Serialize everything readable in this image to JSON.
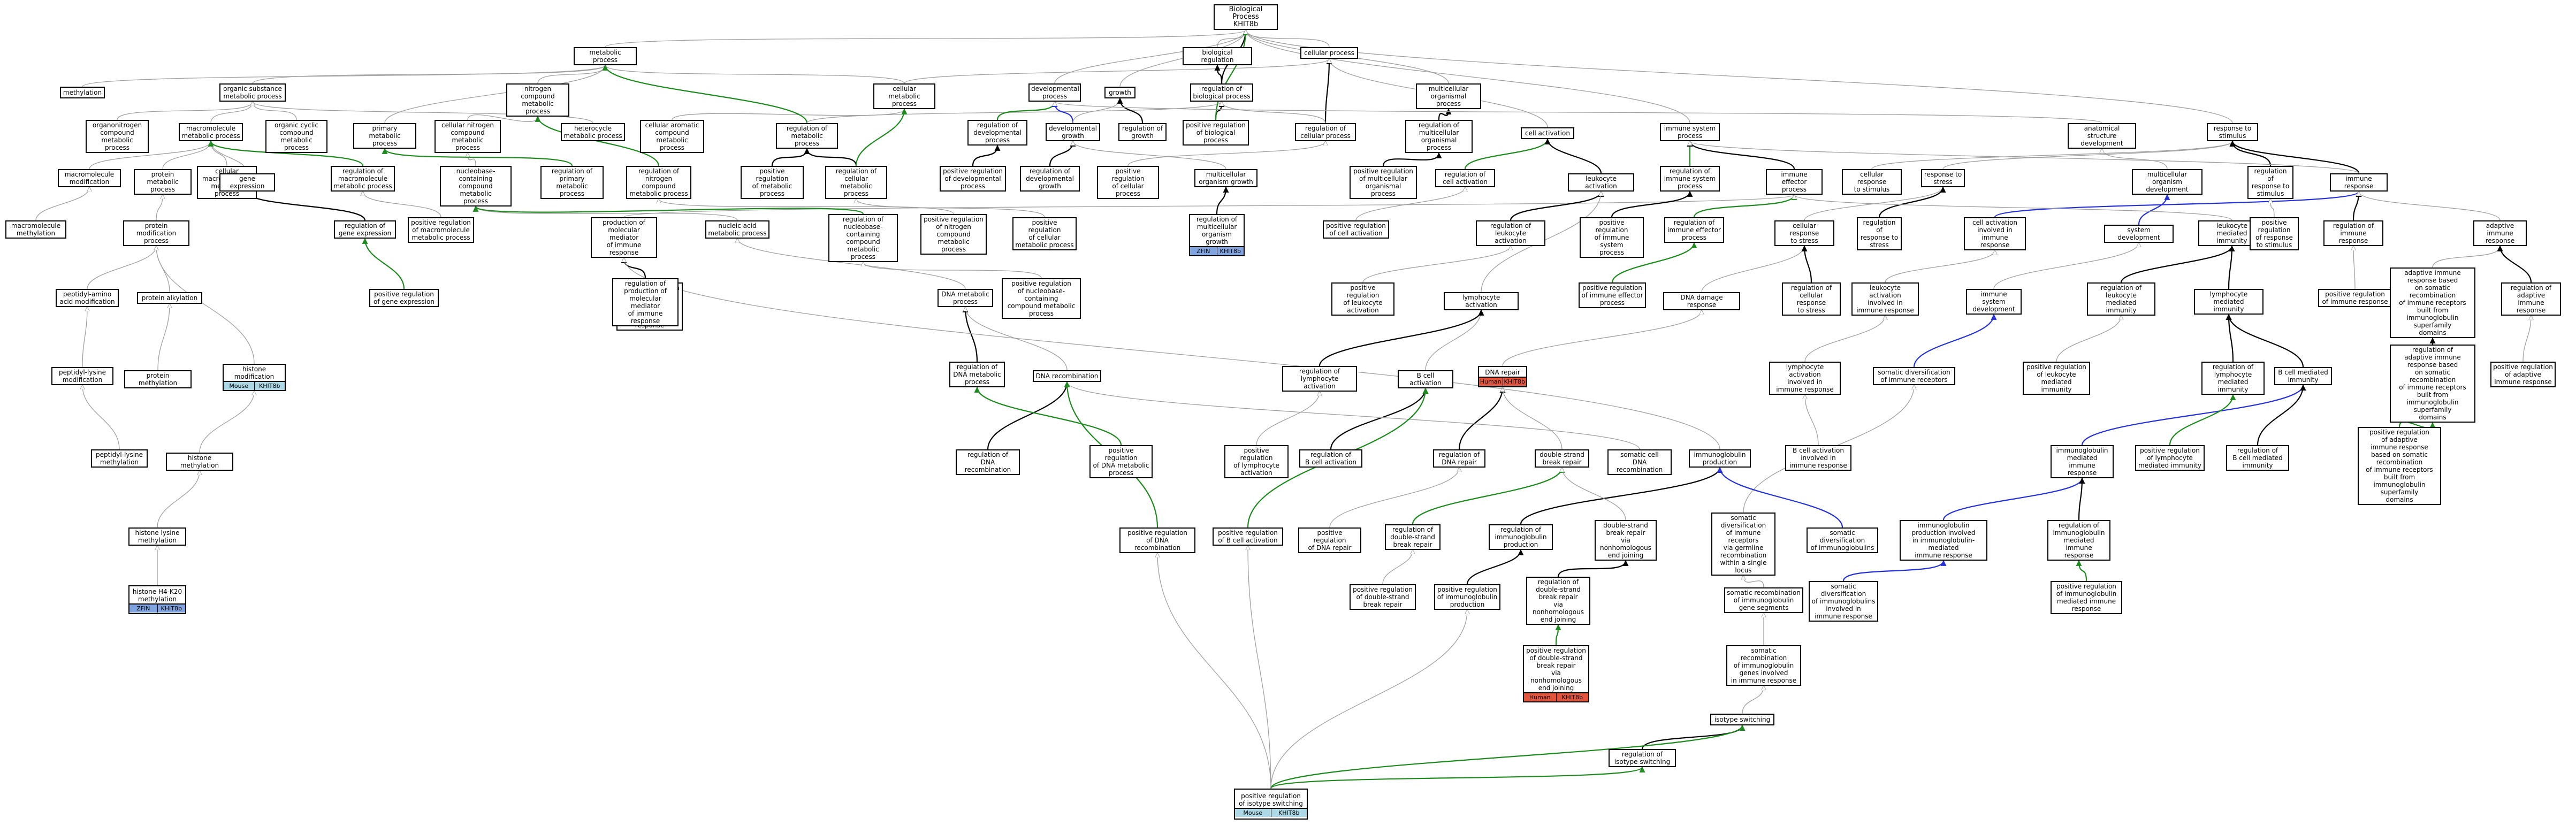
{
  "colors": {
    "edge_plain": "#9e9e9e",
    "edge_is_a": "#000000",
    "edge_positive": "#1d8a1d",
    "edge_negative": "#2430d8",
    "badge_mouse": "#add8e6",
    "badge_zfin": "#7fa4e0",
    "badge_human": "#e2553a"
  },
  "nodes": {
    "biological_process": {
      "label": "Biological Process\nKHIT8b"
    },
    "biological_regulation": {
      "label": "biological regulation"
    },
    "metabolic_process": {
      "label": "metabolic process"
    },
    "cellular_process": {
      "label": "cellular process"
    },
    "methylation": {
      "label": "methylation"
    },
    "organic_substance_metabolic_process": {
      "label": "organic substance\nmetabolic process"
    },
    "nitrogen_compound_metabolic_process": {
      "label": "nitrogen compound\nmetabolic process"
    },
    "cellular_metabolic_process": {
      "label": "cellular metabolic\nprocess"
    },
    "developmental_process": {
      "label": "developmental\nprocess"
    },
    "growth": {
      "label": "growth"
    },
    "regulation_of_biological_process": {
      "label": "regulation of\nbiological process"
    },
    "multicellular_organismal_process": {
      "label": "multicellular\norganismal process"
    },
    "organonitrogen_compound_metabolic_process": {
      "label": "organonitrogen\ncompound metabolic\nprocess"
    },
    "macromolecule_metabolic_process": {
      "label": "macromolecule\nmetabolic process"
    },
    "organic_cyclic_compound_metabolic_process": {
      "label": "organic cyclic\ncompound metabolic\nprocess"
    },
    "primary_metabolic_process": {
      "label": "primary metabolic\nprocess"
    },
    "cellular_nitrogen_compound_metabolic_process": {
      "label": "cellular nitrogen\ncompound metabolic\nprocess"
    },
    "heterocycle_metabolic_process": {
      "label": "heterocycle\nmetabolic process"
    },
    "cellular_aromatic_compound_metabolic_process": {
      "label": "cellular aromatic\ncompound metabolic\nprocess"
    },
    "regulation_of_metabolic_process": {
      "label": "regulation of\nmetabolic process"
    },
    "regulation_of_developmental_process": {
      "label": "regulation of\ndevelopmental\nprocess"
    },
    "developmental_growth": {
      "label": "developmental\ngrowth"
    },
    "regulation_of_growth": {
      "label": "regulation of\ngrowth"
    },
    "positive_regulation_of_biological_process": {
      "label": "positive regulation\nof biological\nprocess"
    },
    "regulation_of_cellular_process": {
      "label": "regulation of\ncellular process"
    },
    "regulation_of_multicellular_organismal_process": {
      "label": "regulation of\nmulticellular\norganismal process"
    },
    "cell_activation": {
      "label": "cell activation"
    },
    "immune_system_process": {
      "label": "immune system\nprocess"
    },
    "anatomical_structure_development": {
      "label": "anatomical structure\ndevelopment"
    },
    "response_to_stimulus": {
      "label": "response to\nstimulus"
    },
    "macromolecule_modification": {
      "label": "macromolecule\nmodification"
    },
    "protein_metabolic_process": {
      "label": "protein metabolic\nprocess"
    },
    "cellular_macromolecule_metabolic_process": {
      "label": "cellular\nmacromolecule\nmetabolic process"
    },
    "gene_expression": {
      "label": "gene expression"
    },
    "regulation_of_macromolecule_metabolic_process": {
      "label": "regulation of\nmacromolecule\nmetabolic process"
    },
    "nucleobase_containing_compound_metabolic_process": {
      "label": "nucleobase-containing\ncompound metabolic\nprocess"
    },
    "regulation_of_primary_metabolic_process": {
      "label": "regulation of\nprimary metabolic\nprocess"
    },
    "regulation_of_nitrogen_compound_metabolic_process": {
      "label": "regulation of\nnitrogen compound\nmetabolic process"
    },
    "positive_regulation_of_metabolic_process": {
      "label": "positive regulation\nof metabolic\nprocess"
    },
    "regulation_of_cellular_metabolic_process": {
      "label": "regulation of\ncellular metabolic\nprocess"
    },
    "positive_regulation_of_developmental_process": {
      "label": "positive regulation\nof developmental\nprocess"
    },
    "regulation_of_developmental_growth": {
      "label": "regulation of\ndevelopmental\ngrowth"
    },
    "positive_regulation_of_cellular_process": {
      "label": "positive regulation\nof cellular\nprocess"
    },
    "multicellular_organism_growth": {
      "label": "multicellular\norganism growth"
    },
    "positive_regulation_of_multicellular_organismal_process": {
      "label": "positive regulation\nof multicellular\norganismal process"
    },
    "regulation_of_cell_activation": {
      "label": "regulation of\ncell activation"
    },
    "leukocyte_activation": {
      "label": "leukocyte activation"
    },
    "regulation_of_immune_system_process": {
      "label": "regulation of\nimmune system\nprocess"
    },
    "immune_effector_process": {
      "label": "immune effector\nprocess"
    },
    "cellular_response_to_stimulus": {
      "label": "cellular response\nto stimulus"
    },
    "response_to_stress": {
      "label": "response to\nstress"
    },
    "multicellular_organism_development": {
      "label": "multicellular\norganism development"
    },
    "regulation_of_response_to_stimulus": {
      "label": "regulation of\nresponse to\nstimulus"
    },
    "immune_response": {
      "label": "immune response"
    },
    "macromolecule_methylation": {
      "label": "macromolecule\nmethylation"
    },
    "protein_modification_process": {
      "label": "protein modification\nprocess"
    },
    "regulation_of_gene_expression": {
      "label": "regulation of\ngene expression"
    },
    "positive_regulation_of_macromolecule_metabolic_process": {
      "label": "positive regulation\nof macromolecule\nmetabolic process"
    },
    "production_of_molecular_mediator_of_immune_response": {
      "label": "production of\nmolecular mediator\nof immune response"
    },
    "nucleic_acid_metabolic_process": {
      "label": "nucleic acid\nmetabolic process"
    },
    "regulation_of_nucleobase_containing_compound_metabolic_process": {
      "label": "regulation of\nnucleobase-containing\ncompound metabolic\nprocess"
    },
    "positive_regulation_of_nitrogen_compound_metabolic_process": {
      "label": "positive regulation\nof nitrogen\ncompound metabolic\nprocess"
    },
    "positive_regulation_of_cellular_metabolic_process": {
      "label": "positive regulation\nof cellular\nmetabolic process"
    },
    "regulation_of_multicellular_organism_growth": {
      "label": "regulation of\nmulticellular\norganism growth",
      "badges": [
        [
          "ZFIN",
          "badge_zfin"
        ],
        [
          "KHIT8b",
          "badge_zfin"
        ]
      ]
    },
    "positive_regulation_of_cell_activation": {
      "label": "positive regulation\nof cell activation"
    },
    "regulation_of_leukocyte_activation": {
      "label": "regulation of\nleukocyte activation"
    },
    "positive_regulation_of_immune_system_process": {
      "label": "positive regulation\nof immune system\nprocess"
    },
    "regulation_of_immune_effector_process": {
      "label": "regulation of\nimmune effector\nprocess"
    },
    "cellular_response_to_stress": {
      "label": "cellular response\nto stress"
    },
    "regulation_of_response_to_stress": {
      "label": "regulation of\nresponse to\nstress"
    },
    "cell_activation_involved_in_immune_response": {
      "label": "cell activation\ninvolved in\nimmune response"
    },
    "system_development": {
      "label": "system development"
    },
    "leukocyte_mediated_immunity": {
      "label": "leukocyte mediated\nimmunity"
    },
    "positive_regulation_of_response_to_stimulus": {
      "label": "positive regulation\nof response\nto stimulus"
    },
    "regulation_of_immune_response": {
      "label": "regulation of\nimmune response"
    },
    "adaptive_immune_response": {
      "label": "adaptive immune\nresponse"
    },
    "peptidyl_amino_acid_modification": {
      "label": "peptidyl-amino\nacid modification"
    },
    "protein_alkylation": {
      "label": "protein alkylation"
    },
    "positive_regulation_of_gene_expression": {
      "label": "positive regulation\nof gene expression"
    },
    "positive_regulation_of_production_of_molecular_mediator_of_immune_response": {
      "label": "positive regulation\nof production of\nmolecular mediator\nof immune response"
    },
    "regulation_of_production_of_molecular_mediator_of_immune_response": {
      "label": "regulation of\nproduction of\nmolecular mediator\nof immune response"
    },
    "dna_metabolic_process": {
      "label": "DNA metabolic\nprocess"
    },
    "positive_regulation_of_nucleobase_containing_compound_metabolic_process": {
      "label": "positive regulation\nof nucleobase-containing\ncompound metabolic\nprocess"
    },
    "positive_regulation_of_leukocyte_activation": {
      "label": "positive regulation\nof leukocyte\nactivation"
    },
    "lymphocyte_activation": {
      "label": "lymphocyte activation"
    },
    "positive_regulation_of_immune_effector_process": {
      "label": "positive regulation\nof immune effector\nprocess"
    },
    "dna_damage_response": {
      "label": "DNA damage response"
    },
    "regulation_of_cellular_response_to_stress": {
      "label": "regulation of\ncellular response\nto stress"
    },
    "leukocyte_activation_involved_in_immune_response": {
      "label": "leukocyte activation\ninvolved in\nimmune response"
    },
    "immune_system_development": {
      "label": "immune system\ndevelopment"
    },
    "regulation_of_leukocyte_mediated_immunity": {
      "label": "regulation of\nleukocyte mediated\nimmunity"
    },
    "lymphocyte_mediated_immunity": {
      "label": "lymphocyte mediated\nimmunity"
    },
    "positive_regulation_of_immune_response": {
      "label": "positive regulation\nof immune response"
    },
    "adaptive_immune_response_based_on_somatic_recombination": {
      "label": "adaptive immune\nresponse based\non somatic recombination\nof immune receptors\nbuilt from immunoglobulin\nsuperfamily\ndomains"
    },
    "regulation_of_adaptive_immune_response": {
      "label": "regulation of\nadaptive immune\nresponse"
    },
    "peptidyl_lysine_modification": {
      "label": "peptidyl-lysine\nmodification"
    },
    "protein_methylation": {
      "label": "protein methylation"
    },
    "histone_modification": {
      "label": "histone modification",
      "badges": [
        [
          "Mouse",
          "badge_mouse"
        ],
        [
          "KHIT8b",
          "badge_mouse"
        ]
      ]
    },
    "regulation_of_dna_metabolic_process": {
      "label": "regulation of\nDNA metabolic\nprocess"
    },
    "dna_recombination": {
      "label": "DNA recombination"
    },
    "b_cell_activation": {
      "label": "B cell activation"
    },
    "dna_repair": {
      "label": "DNA repair",
      "badges": [
        [
          "Human",
          "badge_human"
        ],
        [
          "KHIT8b",
          "badge_human"
        ]
      ]
    },
    "regulation_of_lymphocyte_activation": {
      "label": "regulation of\nlymphocyte activation"
    },
    "lymphocyte_activation_involved_in_immune_response": {
      "label": "lymphocyte activation\ninvolved in\nimmune response"
    },
    "somatic_diversification_of_immune_receptors": {
      "label": "somatic diversification\nof immune receptors"
    },
    "positive_regulation_of_leukocyte_mediated_immunity": {
      "label": "positive regulation\nof leukocyte\nmediated immunity"
    },
    "regulation_of_lymphocyte_mediated_immunity": {
      "label": "regulation of\nlymphocyte mediated\nimmunity"
    },
    "b_cell_mediated_immunity": {
      "label": "B cell mediated\nimmunity"
    },
    "regulation_of_adaptive_immune_response_based_on_somatic_recombination": {
      "label": "regulation of\nadaptive immune\nresponse based\non somatic recombination\nof immune receptors\nbuilt from immunoglobulin\nsuperfamily\ndomains"
    },
    "positive_regulation_of_adaptive_immune_response": {
      "label": "positive regulation\nof adaptive\nimmune response"
    },
    "peptidyl_lysine_methylation": {
      "label": "peptidyl-lysine\nmethylation"
    },
    "histone_methylation": {
      "label": "histone methylation"
    },
    "regulation_of_dna_recombination": {
      "label": "regulation of\nDNA recombination"
    },
    "positive_regulation_of_dna_metabolic_process": {
      "label": "positive regulation\nof DNA metabolic\nprocess"
    },
    "positive_regulation_of_lymphocyte_activation": {
      "label": "positive regulation\nof lymphocyte\nactivation"
    },
    "regulation_of_b_cell_activation": {
      "label": "regulation of\nB cell activation"
    },
    "regulation_of_dna_repair": {
      "label": "regulation of\nDNA repair"
    },
    "double_strand_break_repair": {
      "label": "double-strand\nbreak repair"
    },
    "somatic_cell_dna_recombination": {
      "label": "somatic cell\nDNA recombination"
    },
    "immunoglobulin_production": {
      "label": "immunoglobulin\nproduction"
    },
    "b_cell_activation_involved_in_immune_response": {
      "label": "B cell activation\ninvolved in\nimmune response"
    },
    "immunoglobulin_mediated_immune_response": {
      "label": "immunoglobulin\nmediated immune\nresponse"
    },
    "positive_regulation_of_lymphocyte_mediated_immunity": {
      "label": "positive regulation\nof lymphocyte\nmediated immunity"
    },
    "regulation_of_b_cell_mediated_immunity": {
      "label": "regulation of\nB cell mediated\nimmunity"
    },
    "positive_regulation_of_adaptive_immune_response_based_on_somatic_recombination": {
      "label": "positive regulation\nof adaptive\nimmune response\nbased on somatic\nrecombination\nof immune receptors\nbuilt from immunoglobulin\nsuperfamily\ndomains"
    },
    "histone_lysine_methylation": {
      "label": "histone lysine\nmethylation"
    },
    "histone_h4_k20_methylation": {
      "label": "histone H4-K20\nmethylation",
      "badges": [
        [
          "ZFIN",
          "badge_zfin"
        ],
        [
          "KHIT8b",
          "badge_zfin"
        ]
      ]
    },
    "positive_regulation_of_dna_recombination": {
      "label": "positive regulation\nof DNA recombination"
    },
    "positive_regulation_of_b_cell_activation": {
      "label": "positive regulation\nof B cell activation"
    },
    "positive_regulation_of_dna_repair": {
      "label": "positive regulation\nof DNA repair"
    },
    "regulation_of_double_strand_break_repair": {
      "label": "regulation of\ndouble-strand\nbreak repair"
    },
    "regulation_of_immunoglobulin_production": {
      "label": "regulation of\nimmunoglobulin\nproduction"
    },
    "double_strand_break_repair_via_nonhomologous_end_joining": {
      "label": "double-strand\nbreak repair\nvia nonhomologous\nend joining"
    },
    "somatic_diversification_of_immune_receptors_via_germline_recombination": {
      "label": "somatic diversification\nof immune receptors\nvia germline\nrecombination\nwithin a single\nlocus"
    },
    "somatic_diversification_of_immunoglobulins": {
      "label": "somatic diversification\nof immunoglobulins"
    },
    "immunoglobulin_production_involved_in_immunoglobulin_mediated_immune_response": {
      "label": "immunoglobulin\nproduction involved\nin immunoglobulin-mediated\nimmune response"
    },
    "regulation_of_immunoglobulin_mediated_immune_response": {
      "label": "regulation of\nimmunoglobulin\nmediated immune\nresponse"
    },
    "positive_regulation_of_double_strand_break_repair": {
      "label": "positive regulation\nof double-strand\nbreak repair"
    },
    "positive_regulation_of_immunoglobulin_production": {
      "label": "positive regulation\nof immunoglobulin\nproduction"
    },
    "regulation_of_double_strand_break_repair_via_nonhomologous_end_joining": {
      "label": "regulation of\ndouble-strand\nbreak repair\nvia nonhomologous\nend joining"
    },
    "somatic_recombination_of_immunoglobulin_gene_segments": {
      "label": "somatic recombination\nof immunoglobulin\ngene segments"
    },
    "somatic_diversification_of_immunoglobulins_involved_in_immune_response": {
      "label": "somatic diversification\nof immunoglobulins\ninvolved in\nimmune response"
    },
    "positive_regulation_of_immunoglobulin_mediated_immune_response": {
      "label": "positive regulation\nof immunoglobulin\nmediated immune\nresponse"
    },
    "positive_regulation_of_double_strand_break_repair_via_nonhomologous_end_joining": {
      "label": "positive regulation\nof double-strand\nbreak repair\nvia nonhomologous\nend joining",
      "badges": [
        [
          "Human",
          "badge_human"
        ],
        [
          "KHIT8b",
          "badge_human"
        ]
      ]
    },
    "somatic_recombination_of_immunoglobulin_genes_involved_in_immune_response": {
      "label": "somatic recombination\nof immunoglobulin\ngenes involved\nin immune response"
    },
    "isotype_switching": {
      "label": "isotype switching"
    },
    "regulation_of_isotype_switching": {
      "label": "regulation of\nisotype switching"
    },
    "positive_regulation_of_isotype_switching": {
      "label": "positive regulation\nof isotype switching",
      "badges": [
        [
          "Mouse",
          "badge_mouse"
        ],
        [
          "KHIT8b",
          "badge_mouse"
        ]
      ]
    }
  }
}
